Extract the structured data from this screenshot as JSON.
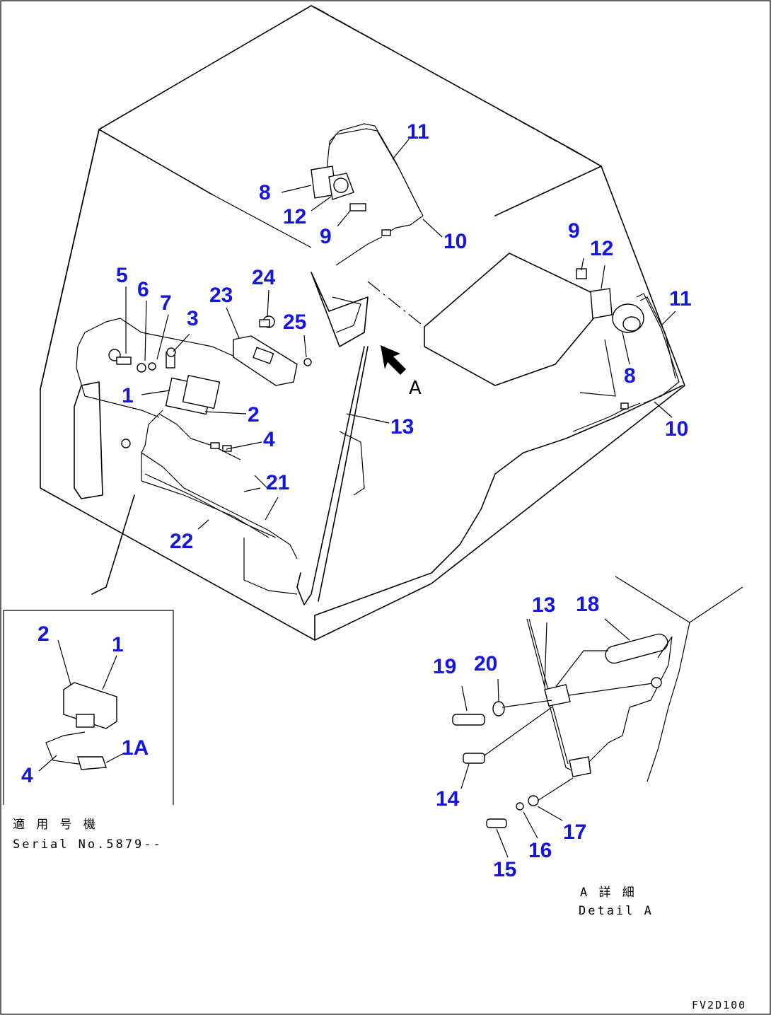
{
  "callouts": {
    "c11_top": "11",
    "c8_top": "8",
    "c12_top": "12",
    "c9_top": "9",
    "c10_top": "10",
    "c9_right": "9",
    "c12_right": "12",
    "c11_right": "11",
    "c8_right": "8",
    "c10_right": "10",
    "c5": "5",
    "c6": "6",
    "c7": "7",
    "c3": "3",
    "c23": "23",
    "c24": "24",
    "c25": "25",
    "c1": "1",
    "c2": "2",
    "c4": "4",
    "c13": "13",
    "c21": "21",
    "c22": "22",
    "inset_c2": "2",
    "inset_c1": "1",
    "inset_c1a": "1A",
    "inset_c4": "4",
    "detail_c13": "13",
    "detail_c18": "18",
    "detail_c19": "19",
    "detail_c20": "20",
    "detail_c14": "14",
    "detail_c17": "17",
    "detail_c16": "16",
    "detail_c15": "15"
  },
  "view_marker": "A",
  "inset_note": {
    "line1": "適 用 号 機",
    "line2": "Serial No.5879--"
  },
  "detail_note": {
    "line1": "A 詳 細",
    "line2": "Detail A"
  },
  "drawing_code": "FV2D100"
}
